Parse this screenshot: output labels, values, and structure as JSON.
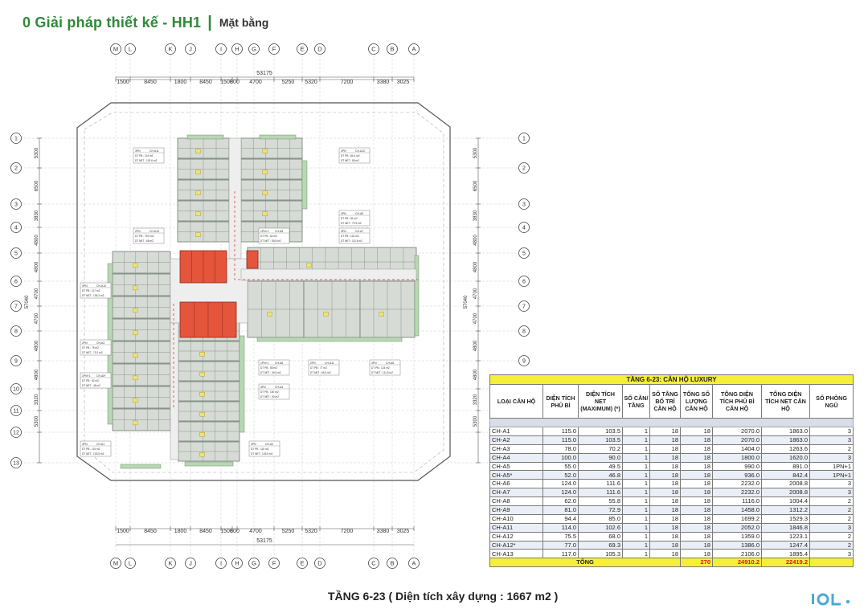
{
  "header": {
    "title": "0 Giải pháp thiết kế - HH1",
    "subtitle": "Mặt bằng"
  },
  "grid": {
    "columns": [
      "M",
      "L",
      "K",
      "J",
      "I",
      "H",
      "G",
      "F",
      "E",
      "D",
      "C",
      "B",
      "A"
    ],
    "rows": [
      "1",
      "2",
      "3",
      "4",
      "5",
      "6",
      "7",
      "8",
      "9",
      "10",
      "11",
      "12",
      "13"
    ],
    "total_width_label": "53175",
    "span_labels": [
      "1500",
      "8450",
      "1800",
      "8450",
      "1500",
      "800",
      "4700",
      "5250",
      "5320",
      "7200",
      "3380",
      "3025"
    ],
    "total_height_label": "57040",
    "row_span_labels": [
      "5300",
      "6500",
      "3830",
      "4800",
      "4800",
      "4700",
      "4700",
      "4800",
      "4800",
      "3320",
      "5300"
    ]
  },
  "unit_tags": [
    {
      "label": "3PN",
      "code": "CH-A11",
      "pb": "DT PB : 114 m2",
      "net": "DT NET : 102.6 m2"
    },
    {
      "label": "3PN",
      "code": "CH-A12",
      "pb": "DT PB : 84.4 m2",
      "net": "DT NET : 85 m2"
    },
    {
      "label": "2PN",
      "code": "CH-A9",
      "pb": "DT PB : 81 m2",
      "net": "DT NET : 72.9 m2"
    },
    {
      "label": "2PN",
      "code": "CH-A13",
      "pb": "DT PB : 75.5 m2",
      "net": "DT NET : 68 m2"
    },
    {
      "label": "1PN+1",
      "code": "CH-A5",
      "pb": "DT PB : 62 m2",
      "net": "DT NET : 55.8 m2"
    },
    {
      "label": "3PN",
      "code": "CH-A7",
      "pb": "DT PB : 124 m2",
      "net": "DT NET : 111.6 m2"
    },
    {
      "label": "3PN",
      "code": "CH-A10",
      "pb": "DT PB : 117 m2",
      "net": "DT NET : 105.3 m2"
    },
    {
      "label": "2PN",
      "code": "CH-A3",
      "pb": "DT PB : 78 m2",
      "net": "DT NET : 70.2 m2"
    },
    {
      "label": "1PN+1",
      "code": "CH-A5*",
      "pb": "DT PB : 52 m2",
      "net": "DT NET : 48 m2"
    },
    {
      "label": "1PN+1",
      "code": "CH-A6",
      "pb": "DT PB : 55 m2",
      "net": "DT NET : 49.5 m2"
    },
    {
      "label": "2PN",
      "code": "CH-A11",
      "pb": "DT PB : 77 m2",
      "net": "DT NET : 69.3 m2"
    },
    {
      "label": "3PN",
      "code": "CH-A8",
      "pb": "DT PB : 124 m2",
      "net": "DT NET : 111.6 m2"
    },
    {
      "label": "3PN",
      "code": "CH-A4",
      "pb": "DT PB : 100 m2",
      "net": "DT NET : 90 m2"
    },
    {
      "label": "3PN",
      "code": "CH-A1",
      "pb": "DT PB : 115 m2",
      "net": "DT NET : 103.5 m2"
    },
    {
      "label": "3PN",
      "code": "CH-A2",
      "pb": "DT PB : 115 m2",
      "net": "DT NET : 103.5 m2"
    }
  ],
  "table": {
    "title": "TẦNG 6-23: CĂN HỘ LUXURY",
    "headers": [
      "LOẠI CĂN HỘ",
      "DIỆN TÍCH PHỦ BÌ",
      "DIỆN TÍCH NET (MAXIMUM) (*)",
      "SỐ CĂN/ TẦNG",
      "SỐ TẦNG BỐ TRÍ CĂN HỘ",
      "TỔNG SỐ LƯỢNG CĂN HỘ",
      "TỔNG DIỆN TÍCH PHỦ BÌ CĂN HỘ",
      "TỔNG DIỆN TÍCH NET CĂN HỘ",
      "SỐ PHÒNG NGỦ"
    ],
    "rows": [
      [
        "CH-A1",
        "115.0",
        "103.5",
        "1",
        "18",
        "18",
        "2070.0",
        "1863.0",
        "3"
      ],
      [
        "CH-A2",
        "115.0",
        "103.5",
        "1",
        "18",
        "18",
        "2070.0",
        "1863.0",
        "3"
      ],
      [
        "CH-A3",
        "78.0",
        "70.2",
        "1",
        "18",
        "18",
        "1404.0",
        "1263.6",
        "2"
      ],
      [
        "CH-A4",
        "100.0",
        "90.0",
        "1",
        "18",
        "18",
        "1800.0",
        "1620.0",
        "3"
      ],
      [
        "CH-A5",
        "55.0",
        "49.5",
        "1",
        "18",
        "18",
        "990.0",
        "891.0",
        "1PN+1"
      ],
      [
        "CH-A5*",
        "52.0",
        "46.8",
        "1",
        "18",
        "18",
        "936.0",
        "842.4",
        "1PN+1"
      ],
      [
        "CH-A6",
        "124.0",
        "111.6",
        "1",
        "18",
        "18",
        "2232.0",
        "2008.8",
        "3"
      ],
      [
        "CH-A7",
        "124.0",
        "111.6",
        "1",
        "18",
        "18",
        "2232.0",
        "2008.8",
        "3"
      ],
      [
        "CH-A8",
        "62.0",
        "55.8",
        "1",
        "18",
        "18",
        "1116.0",
        "1004.4",
        "2"
      ],
      [
        "CH-A9",
        "81.0",
        "72.9",
        "1",
        "18",
        "18",
        "1458.0",
        "1312.2",
        "2"
      ],
      [
        "CH-A10",
        "94.4",
        "85.0",
        "1",
        "18",
        "18",
        "1699.2",
        "1529.3",
        "2"
      ],
      [
        "CH-A11",
        "114.0",
        "102.6",
        "1",
        "18",
        "18",
        "2052.0",
        "1846.8",
        "3"
      ],
      [
        "CH-A12",
        "75.5",
        "68.0",
        "1",
        "18",
        "18",
        "1359.0",
        "1223.1",
        "2"
      ],
      [
        "CH-A12*",
        "77.0",
        "69.3",
        "1",
        "18",
        "18",
        "1386.0",
        "1247.4",
        "2"
      ],
      [
        "CH-A13",
        "117.0",
        "105.3",
        "1",
        "18",
        "18",
        "2106.0",
        "1895.4",
        "3"
      ]
    ],
    "total": {
      "label": "TỔNG",
      "count": "270",
      "area_pb": "24910.2",
      "area_net": "22419.2"
    }
  },
  "caption": "TẦNG 6-23 ( Diện tích xây dựng : 1667 m2 )",
  "colors": {
    "title_green": "#2f8a3a",
    "core_red": "#e4553b",
    "unit_fill": "#d6dcd5",
    "balcony_green": "#b9d7b4",
    "table_yellow": "#f6ef3a",
    "total_red": "#d21b1b"
  }
}
